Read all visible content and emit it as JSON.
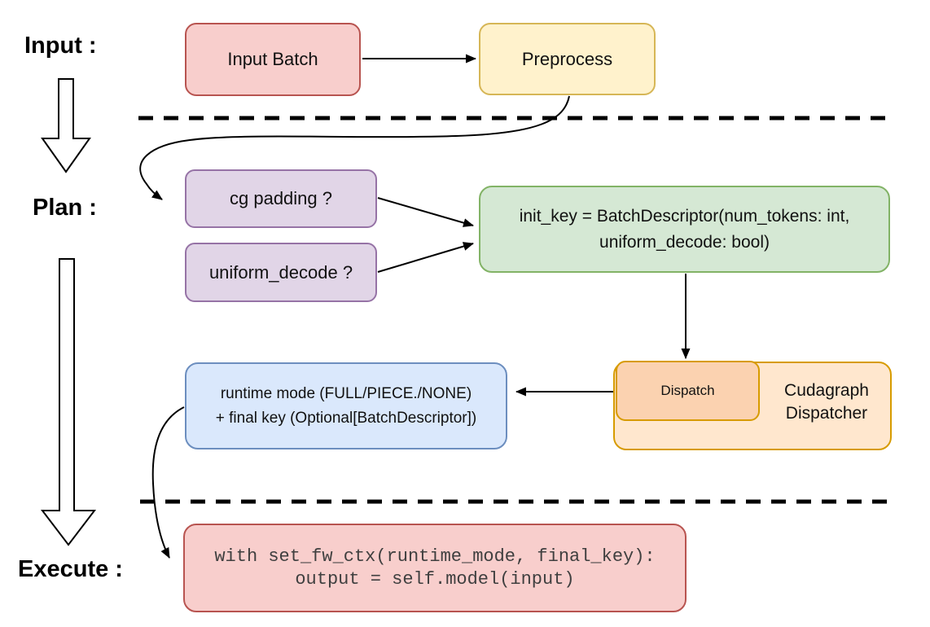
{
  "stages": {
    "input": "Input :",
    "plan": "Plan :",
    "execute": "Execute :"
  },
  "nodes": {
    "input_batch": {
      "label": "Input Batch"
    },
    "preprocess": {
      "label": "Preprocess"
    },
    "cg_padding": {
      "label": "cg padding ?"
    },
    "uniform_decode": {
      "label": "uniform_decode ?"
    },
    "init_key": {
      "line1": "init_key = BatchDescriptor(num_tokens: int,",
      "line2": "uniform_decode: bool)"
    },
    "dispatch": {
      "label": "Dispatch"
    },
    "cudagraph_dispatcher": {
      "line1": "Cudagraph",
      "line2": "Dispatcher"
    },
    "runtime_mode": {
      "line1": "runtime mode (FULL/PIECE./NONE)",
      "line2": "+ final key (Optional[BatchDescriptor])"
    },
    "execute_code": {
      "line1": "with set_fw_ctx(runtime_mode, final_key):",
      "line2": "output = self.model(input)"
    }
  },
  "palette": {
    "pink_fill": "#F8CECC",
    "pink_stroke": "#B85450",
    "yellow_fill": "#FFF2CC",
    "yellow_stroke": "#D6B656",
    "purple_fill": "#E1D5E7",
    "purple_stroke": "#9673A6",
    "green_fill": "#D5E8D4",
    "green_stroke": "#82B366",
    "orange_fill": "#FFE7CE",
    "orange_inner_fill": "#FBD2B0",
    "orange_stroke": "#D79B00",
    "blue_fill": "#DAE8FC",
    "blue_stroke": "#6C8EBF",
    "connector": "#000000"
  }
}
